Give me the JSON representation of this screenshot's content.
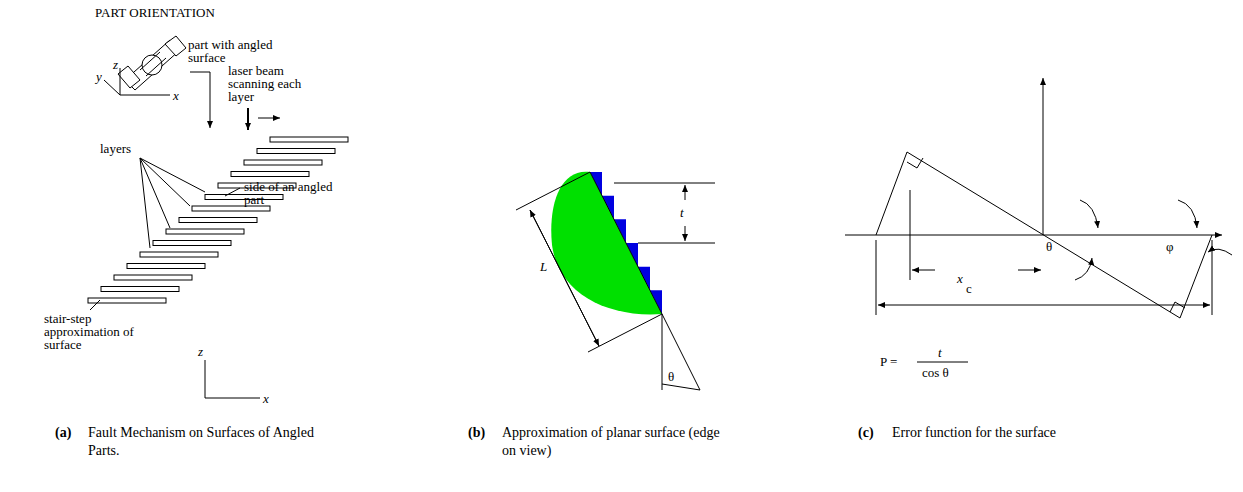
{
  "diagram": {
    "caption": "(a) Fault Mechanism on Surfaces of Angled Parts.",
    "labels": [
      "PART ORIENTATION",
      "part with angled surface",
      "z",
      "y",
      "x",
      "laser beam scanning each layer",
      "layers",
      "side of an angled part",
      "stair-step approximation of surface",
      "z",
      "x",
      "(a)",
      "Fault Mechanism on Surfaces of Angled Parts.",
      "t",
      "L",
      "θ",
      "(b)",
      "Approximation of planar surface (edge on view)",
      "θ",
      "φ",
      "x",
      "c",
      "P =",
      "t",
      "cos θ",
      "(c)",
      "Error function for the surface"
    ]
  }
}
